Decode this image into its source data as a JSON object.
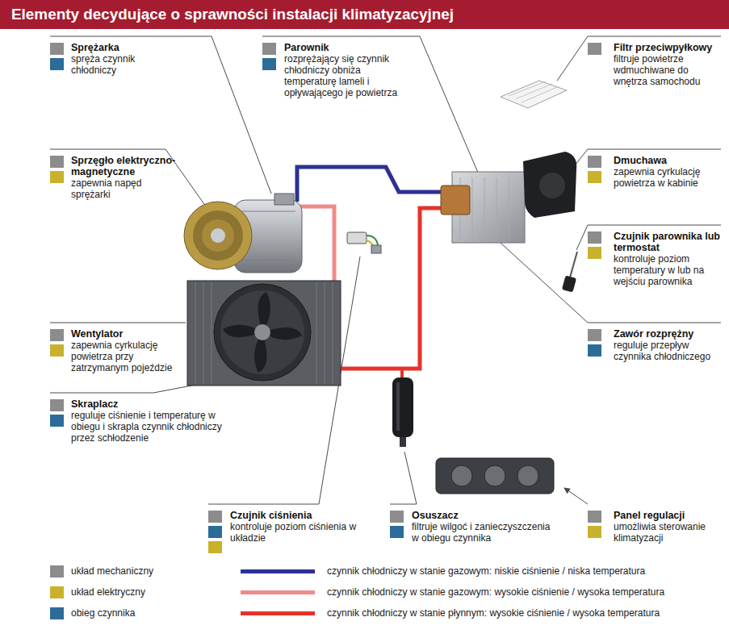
{
  "diagram": {
    "title": "Elementy decydujące o sprawności instalacji klimatyzacyjnej",
    "labels": [
      "Sprężarka",
      "spręża czynnik chłodniczy",
      "Parownik",
      "rozprężający się czynnik chłodniczy obniża temperaturę lameli i opływającego je powietrza",
      "Filtr przeciwpyłkowy",
      "filtruje powietrze wdmuchiwane do wnętrza samochodu",
      "Sprzęgło elektryczno-magnetyczne",
      "zapewnia napęd sprężarki",
      "Dmuchawa",
      "zapewnia cyrkulację powietrza w kabinie",
      "Czujnik parownika lub termostat",
      "kontroluje poziom temperatury w lub na wejściu parownika",
      "Wentylator",
      "zapewnia cyrkulację powietrza przy zatrzymanym pojeździe",
      "Zawór rozprężny",
      "reguluje przepływ czynnika chłodniczego",
      "Skraplacz",
      "reguluje ciśnienie i temperaturę w obiegu i skrapla czynnik chłodniczy przez schłodzenie",
      "Czujnik ciśnienia",
      "kontroluje poziom ciśnienia w układzie",
      "Osuszacz",
      "filtruje wilgoć i zanieczyszczenia w obiegu czynnika",
      "Panel regulacji",
      "umożliwia sterowanie klimatyzacji"
    ],
    "legend": [
      {
        "text": "układ mechaniczny",
        "color": "#8c8c8c"
      },
      {
        "text": "układ elektryczny",
        "color": "#c8b22c"
      },
      {
        "text": "obieg czynnika",
        "color": "#2b6c99"
      },
      {
        "text": "czynnik chłodniczy w stanie gazowym: niskie ciśnienie / niska temperatura"
      },
      {
        "text": "czynnik chłodniczy w stanie gazowym: wysokie ciśnienie / wysoka temperatura"
      },
      {
        "text": "czynnik chłodniczy w stanie płynnym: wysokie ciśnienie / wysoka temperatura"
      }
    ]
  }
}
